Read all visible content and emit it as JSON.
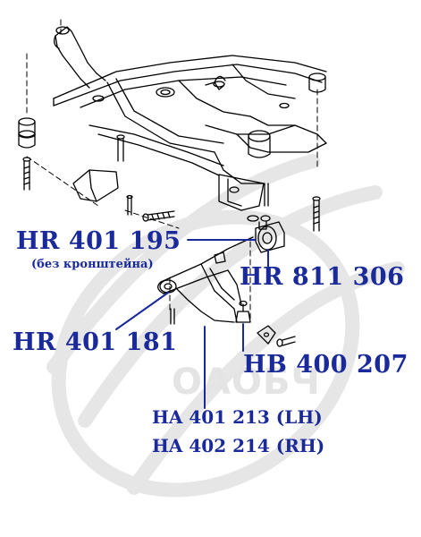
{
  "colors": {
    "callout_text": "#1a2a9a",
    "leader_line": "#1a2a9a",
    "drawing_line": "#000000",
    "watermark": "#e4e4e4"
  },
  "watermark": {
    "text": "ОАОБЧ"
  },
  "callouts": {
    "hr401195": {
      "label": "HR 401 195",
      "note": "(без кронштейна)"
    },
    "hr811306": {
      "label": "HR 811 306"
    },
    "hr401181": {
      "label": "HR 401 181"
    },
    "hb400207": {
      "label": "HB 400 207"
    },
    "ha401213": {
      "label": "HA 401 213 (LH)"
    },
    "ha402214": {
      "label": "HA 402 214 (RH)"
    }
  }
}
